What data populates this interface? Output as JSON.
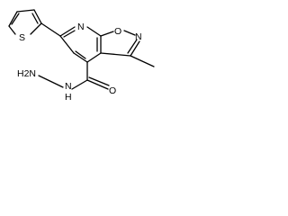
{
  "molecule": {
    "atom_labels": {
      "sulfur": "S",
      "ring_nitrogen": "N",
      "isoxazole_oxygen": "O",
      "isoxazole_nitrogen": "N",
      "carbonyl_oxygen": "O",
      "hydrazide_nitrogen": "N",
      "hydrazine_group": "H2N",
      "hydrazine_h": "H"
    }
  }
}
